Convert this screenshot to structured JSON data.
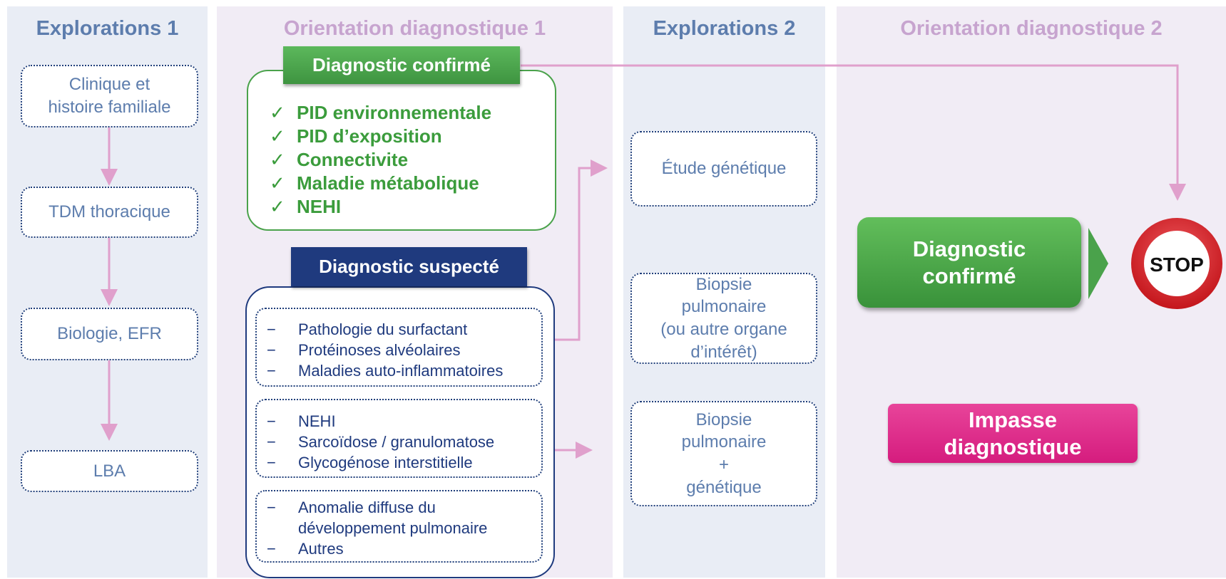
{
  "columns": {
    "explorations_1": "Explorations 1",
    "orientation_1": "Orientation diagnostique 1",
    "explorations_2": "Explorations 2",
    "orientation_2": "Orientation diagnostique 2"
  },
  "explorations_1_steps": [
    "Clinique et\nhistoire familiale",
    "TDM thoracique",
    "Biologie, EFR",
    "LBA"
  ],
  "confirmed": {
    "label": "Diagnostic confirmé",
    "check_mark": "✓",
    "items": [
      "PID environnementale",
      "PID d’exposition",
      "Connectivite",
      "Maladie métabolique",
      "NEHI"
    ]
  },
  "suspected": {
    "label": "Diagnostic suspecté",
    "dash": "−",
    "groups": [
      [
        "Pathologie du surfactant",
        "Protéinoses alvéolaires",
        "Maladies auto-inflammatoires"
      ],
      [
        "NEHI",
        "Sarcoïdose / granulomatose",
        "Glycogénose interstitielle"
      ],
      [
        "Anomalie diffuse du\ndéveloppement pulmonaire",
        "Autres"
      ]
    ]
  },
  "explorations_2_steps": [
    "Étude génétique",
    "Biopsie\npulmonaire\n(ou autre organe\nd’intérêt)",
    "Biopsie\npulmonaire\n+\ngénétique"
  ],
  "outcome": {
    "confirmed": "Diagnostic\nconfirmé",
    "stop": "STOP",
    "impasse": "Impasse\ndiagnostique"
  },
  "colors": {
    "col_blue_bg": "#e9edf5",
    "col_pink_bg": "#f1ecf5",
    "title_blue": "#5d7dad",
    "title_pink": "#c7a4cf",
    "green": "#4aa24b",
    "navy": "#1f3a7e",
    "arrow_pink": "#e0a0cc",
    "impasse_pink": "#de2d87",
    "stop_red": "#d92027"
  }
}
